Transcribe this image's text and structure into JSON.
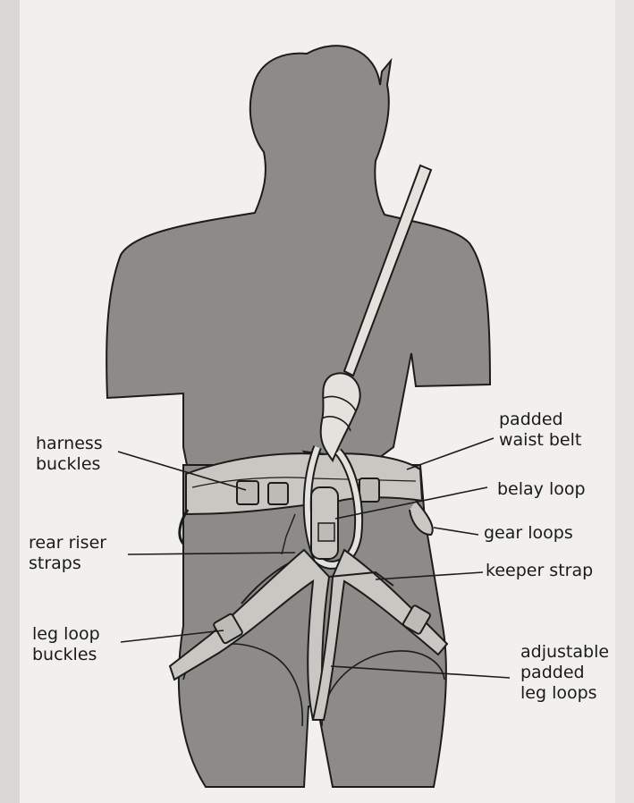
{
  "labels": {
    "harness_buckles": "harness\nbuckles",
    "padded_waist_belt": "padded\nwaist belt",
    "belay_loop": "belay loop",
    "rear_riser_straps": "rear riser\nstraps",
    "gear_loops": "gear loops",
    "keeper_strap": "keeper strap",
    "leg_loop_buckles": "leg loop\nbuckles",
    "adjustable_padded_leg_loops": "adjustable\npadded\nleg loops"
  },
  "colors": {
    "page": "#f1f0ec",
    "figure": "#8d8b87",
    "outline": "#1c1c1c",
    "strap": "#c9c7c1",
    "rope": "#e4e2dc"
  }
}
